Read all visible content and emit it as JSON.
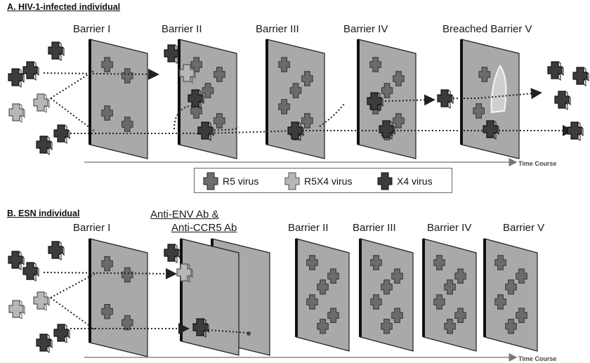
{
  "panel_a": {
    "title": "A. HIV-1-infected individual",
    "barriers": [
      "Barrier I",
      "Barrier II",
      "Barrier III",
      "Barrier IV",
      "Breached Barrier V"
    ],
    "time_label": "Time Course"
  },
  "legend": {
    "r5_label": "R5 virus",
    "r5x4_label": "R5X4 virus",
    "x4_label": "X4 virus"
  },
  "panel_b": {
    "title": "B. ESN individual",
    "barriers": [
      "Barrier I",
      "Barrier II",
      "Barrier III",
      "Barrier IV",
      "Barrier V"
    ],
    "antibody_line1": "Anti-ENV Ab &",
    "antibody_line2": "Anti-CCR5 Ab",
    "time_label": "Time Course"
  },
  "colors": {
    "panel_fill": "#a9a9a9",
    "panel_edge": "#1e1e1e",
    "r5": "#6e6e6e",
    "r5x4": "#b7b7b7",
    "x4": "#3c3c3c"
  }
}
